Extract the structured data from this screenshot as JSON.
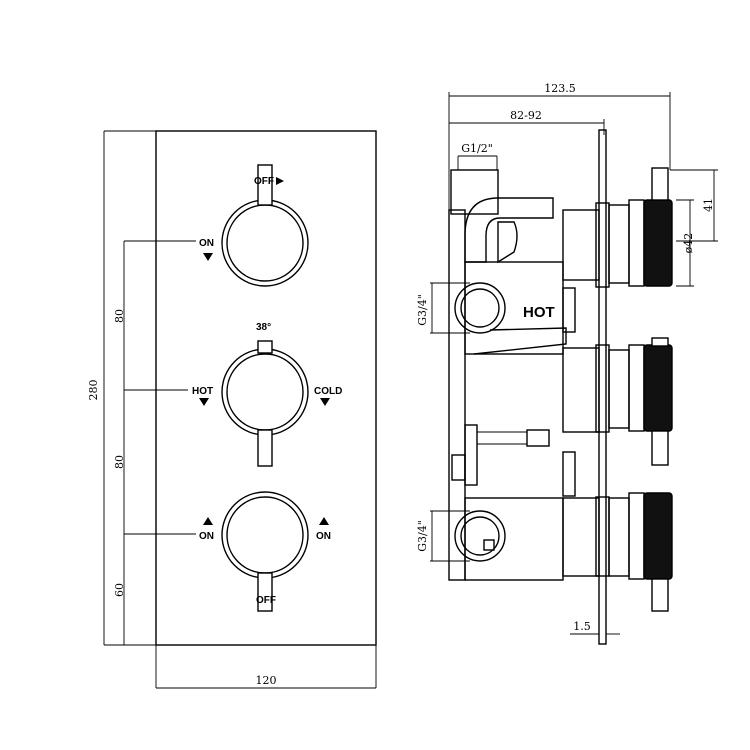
{
  "front": {
    "labels": {
      "off_top": "OFF",
      "on_left_top": "ON",
      "temp": "38°",
      "hot": "HOT",
      "cold": "COLD",
      "on_left_bottom": "ON",
      "on_right_bottom": "ON",
      "off_bottom": "OFF"
    },
    "dims": {
      "height": "280",
      "width": "120",
      "spacing_1": "80",
      "spacing_2": "80",
      "bottom": "60"
    }
  },
  "side": {
    "labels": {
      "hot": "HOT"
    },
    "dims": {
      "overall": "123.5",
      "depth": "82-92",
      "inlet_top": "G1/2\"",
      "inlet_side_1": "G3/4\"",
      "inlet_side_2": "G3/4\"",
      "handle_len": "41",
      "handle_dia": "ø42",
      "plate": "1.5"
    }
  }
}
